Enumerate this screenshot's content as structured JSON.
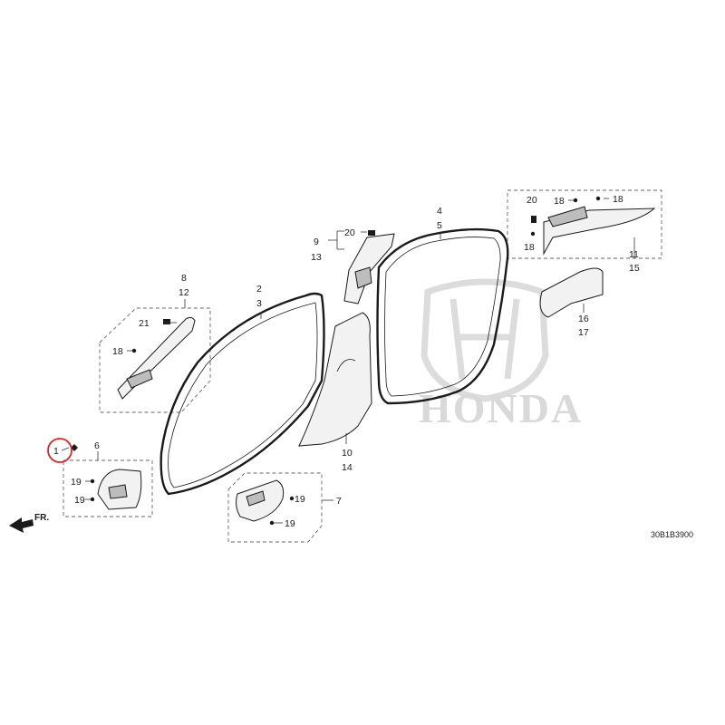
{
  "diagram_code": "30B1B3900",
  "front_arrow_label": "FR.",
  "watermark_text": "HONDA",
  "highlight_color": "#d62828",
  "callouts": {
    "c1": "1",
    "c2": "2",
    "c3": "3",
    "c4": "4",
    "c5": "5",
    "c6": "6",
    "c7": "7",
    "c8": "8",
    "c9": "9",
    "c10": "10",
    "c11": "11",
    "c12": "12",
    "c13": "13",
    "c14": "14",
    "c15": "15",
    "c16": "16",
    "c17": "17",
    "c18a": "18",
    "c18b": "18",
    "c18c": "18",
    "c18d": "18",
    "c19a": "19",
    "c19b": "19",
    "c19c": "19",
    "c19d": "19",
    "c20a": "20",
    "c20b": "20",
    "c21": "21"
  }
}
